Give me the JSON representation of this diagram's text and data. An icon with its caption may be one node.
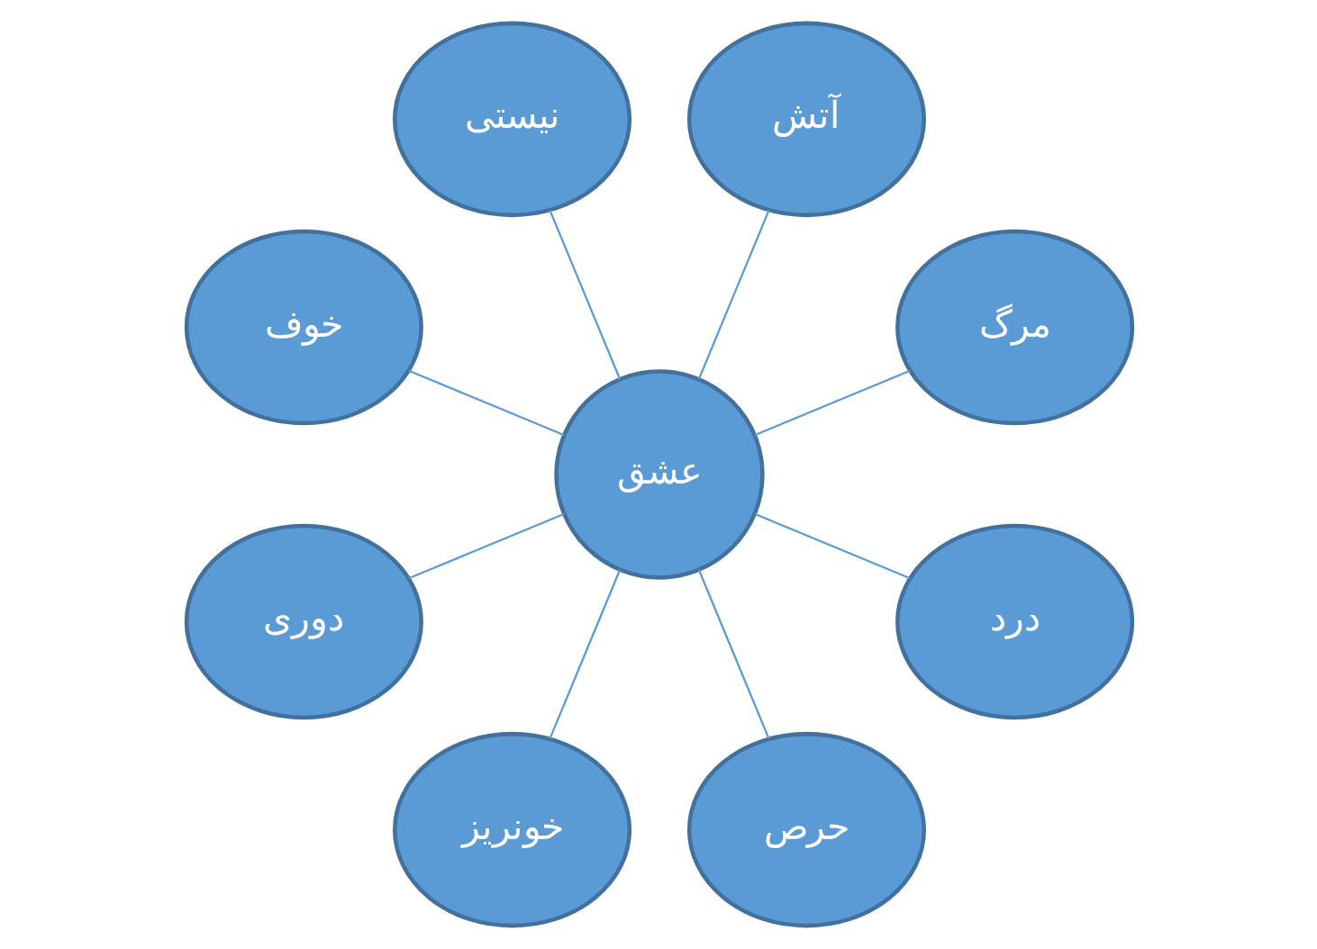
{
  "diagram": {
    "nodes": [
      {
        "text": [
          "مرگ"
        ]
      },
      {
        "text": [
          "آتش"
        ]
      },
      {
        "text": [
          "نیستی"
        ]
      },
      {
        "text": [
          "عشق"
        ]
      },
      {
        "text": [
          "خوف"
        ]
      },
      {
        "text": [
          "دوری"
        ]
      },
      {
        "text": [
          "خونریز"
        ]
      },
      {
        "text": [
          "حرص"
        ]
      },
      {
        "text": [
          "درد"
        ]
      }
    ],
    "edges": [
      {
        "from": 3,
        "to": 0,
        "arrow": "none"
      },
      {
        "from": 3,
        "to": 1,
        "arrow": "none"
      },
      {
        "from": 3,
        "to": 4,
        "arrow": "none"
      },
      {
        "from": 3,
        "to": 6,
        "arrow": "none"
      },
      {
        "from": 3,
        "to": 8,
        "arrow": "none"
      },
      {
        "from": 3,
        "to": 7,
        "arrow": "none"
      },
      {
        "from": 3,
        "to": 5,
        "arrow": "none"
      },
      {
        "from": 3,
        "to": 2,
        "arrow": "none"
      }
    ]
  }
}
